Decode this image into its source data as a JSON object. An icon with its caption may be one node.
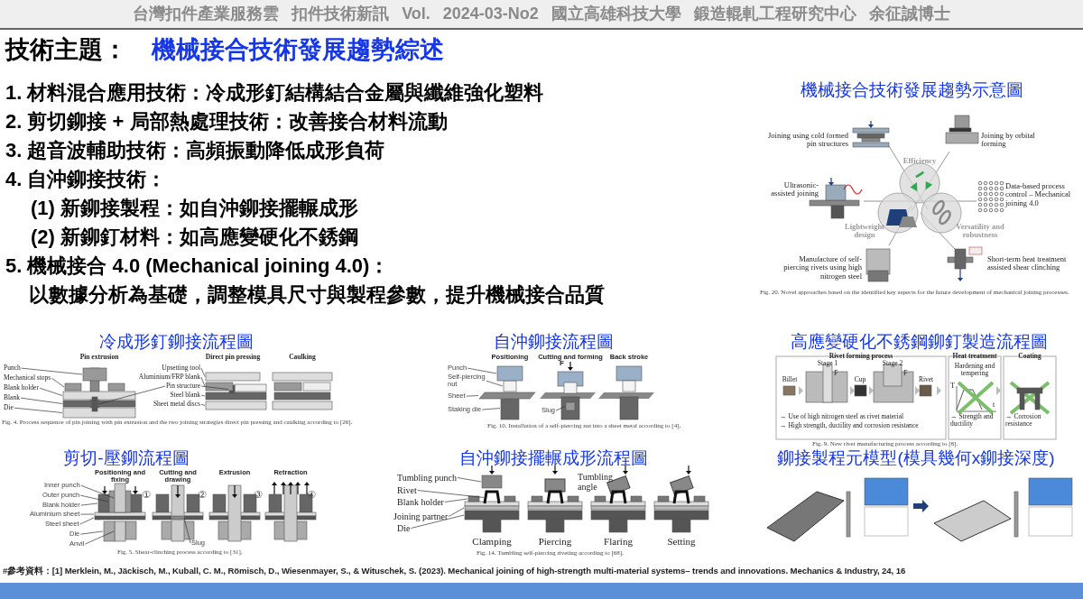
{
  "diagram": {
    "title": "機械接合技術發展趨勢綜述",
    "nodes": [
      {
        "text": [
          "Punch"
        ]
      },
      {
        "text": [
          "Mechanical stops"
        ]
      },
      {
        "text": [
          "Blank holder"
        ]
      },
      {
        "text": [
          "Blank"
        ]
      },
      {
        "text": [
          "Die"
        ]
      },
      {
        "text": [
          "Upsetting tool"
        ]
      },
      {
        "text": [
          "Aluminium/FRP blank"
        ]
      },
      {
        "text": [
          "Pin structure"
        ]
      },
      {
        "text": [
          "Steel blank"
        ]
      },
      {
        "text": [
          "Sheet metal discs"
        ]
      },
      {
        "text": [
          "Punch"
        ]
      },
      {
        "text": [
          "Self-piercing nut"
        ]
      },
      {
        "text": [
          "Sheet"
        ]
      },
      {
        "text": [
          "Staking die"
        ]
      },
      {
        "text": [
          "Slug"
        ]
      },
      {
        "text": [
          "Inner punch"
        ]
      },
      {
        "text": [
          "Outer punch"
        ]
      },
      {
        "text": [
          "Blank holder"
        ]
      },
      {
        "text": [
          "Aluminium sheet"
        ]
      },
      {
        "text": [
          "Steel sheet"
        ]
      },
      {
        "text": [
          "Die"
        ]
      },
      {
        "text": [
          "Anvil"
        ]
      },
      {
        "text": [
          "Slug"
        ]
      },
      {
        "text": [
          "Tumbling punch"
        ]
      },
      {
        "text": [
          "Rivet"
        ]
      },
      {
        "text": [
          "Blank holder"
        ]
      },
      {
        "text": [
          "Joining partner"
        ]
      },
      {
        "text": [
          "Die"
        ]
      },
      {
        "text": [],
        "shape": "box"
      },
      {
        "text": [],
        "shape": "box"
      },
      {
        "text": [],
        "shape": "box"
      },
      {
        "text": [],
        "shape": "box"
      },
      {
        "text": [],
        "shape": "box"
      },
      {
        "text": [],
        "shape": "box"
      },
      {
        "text": [],
        "shape": "box"
      },
      {
        "text": [],
        "shape": "box"
      },
      {
        "text": [],
        "shape": "box"
      },
      {
        "text": [],
        "shape": "box"
      },
      {
        "text": [],
        "shape": "box"
      },
      {
        "text": [],
        "shape": "box"
      },
      {
        "text": [],
        "shape": "box"
      },
      {
        "text": [],
        "shape": "box"
      },
      {
        "text": [],
        "shape": "box"
      },
      {
        "text": [],
        "shape": "box"
      },
      {
        "text": [],
        "shape": "box"
      },
      {
        "text": [],
        "shape": "box"
      },
      {
        "text": [],
        "shape": "box"
      },
      {
        "text": [],
        "shape": "box"
      },
      {
        "text": [],
        "shape": "box"
      },
      {
        "text": [],
        "shape": "box"
      },
      {
        "text": [],
        "shape": "box"
      },
      {
        "text": [],
        "shape": "box"
      },
      {
        "text": [],
        "shape": "box"
      },
      {
        "text": [],
        "shape": "box"
      },
      {
        "text": [],
        "shape": "box"
      },
      {
        "text": [],
        "shape": "box"
      },
      {
        "text": [],
        "shape": "box"
      }
    ],
    "edges": [
      {
        "from": 0,
        "to": 28,
        "arrow": "none"
      },
      {
        "from": 1,
        "to": 29,
        "arrow": "none"
      },
      {
        "from": 2,
        "to": 30,
        "arrow": "none"
      },
      {
        "from": 3,
        "to": 31,
        "arrow": "none"
      },
      {
        "from": 4,
        "to": 32,
        "arrow": "none"
      },
      {
        "from": 5,
        "to": 33,
        "arrow": "none"
      },
      {
        "from": 6,
        "to": 34,
        "arrow": "none"
      },
      {
        "from": 7,
        "to": 35,
        "arrow": "none"
      },
      {
        "from": 7,
        "to": 36,
        "arrow": "none"
      },
      {
        "from": 8,
        "to": 37,
        "arrow": "none"
      },
      {
        "from": 9,
        "to": 38,
        "arrow": "none"
      },
      {
        "from": 10,
        "to": 39,
        "arrow": "none"
      },
      {
        "from": 11,
        "to": 40,
        "arrow": "none"
      },
      {
        "from": 12,
        "to": 41,
        "arrow": "none"
      },
      {
        "from": 13,
        "to": 42,
        "arrow": "none"
      },
      {
        "from": 14,
        "to": 43,
        "arrow": "none"
      },
      {
        "from": 15,
        "to": 44,
        "arrow": "none"
      },
      {
        "from": 16,
        "to": 45,
        "arrow": "none"
      },
      {
        "from": 17,
        "to": 46,
        "arrow": "none"
      },
      {
        "from": 18,
        "to": 47,
        "arrow": "none"
      },
      {
        "from": 19,
        "to": 48,
        "arrow": "none"
      },
      {
        "from": 20,
        "to": 49,
        "arrow": "none"
      },
      {
        "from": 21,
        "to": 50,
        "arrow": "none"
      },
      {
        "from": 22,
        "to": 51,
        "arrow": "none"
      },
      {
        "from": 23,
        "to": 52,
        "arrow": "none"
      },
      {
        "from": 24,
        "to": 53,
        "arrow": "none"
      },
      {
        "from": 25,
        "to": 54,
        "arrow": "none"
      },
      {
        "from": 26,
        "to": 55,
        "arrow": "none"
      },
      {
        "from": 27,
        "to": 56,
        "arrow": "none"
      }
    ],
    "labels": [
      "台灣扣件產業服務雲 扣件技術新訊 Vol. 2024-03-No2 國立高雄科技大學 鍛造輥軋工程研究中心 余征誠博士",
      "技術主題：",
      "1. 材料混合應用技術：冷成形釘結構結合金屬與纖維強化塑料",
      "2. 剪切鉚接 + 局部熱處理技術：改善接合材料流動",
      "3. 超音波輔助技術：高頻振動降低成形負荷",
      "4. 自沖鉚接技術：",
      "(1) 新鉚接製程：如自沖鉚接擺輾成形",
      "(2) 新鉚釘材料：如高應變硬化不銹鋼",
      "5. 機械接合 4.0 (Mechanical joining 4.0)：",
      "以數據分析為基礎，調整模具尺寸與製程參數，提升機械接合品質",
      "機械接合技術發展趨勢示意圖",
      "Joining using cold formed pin structures",
      "Joining by orbital forming",
      "Efficiency",
      "Ultrasonic-assisted joining",
      "Data-based process control – Mechanical joining 4.0",
      "Lightweight design",
      "Versatility and robustness",
      "Manufacture of self-piercing rivets using high nitrogen steel",
      "Short-term heat treatment assisted shear clinching",
      "Fig. 20. Novel approaches based on the identified key aspects for the future development of mechanical joining processes.",
      "冷成形釘鉚接流程圖",
      "自沖鉚接流程圖",
      "高應變硬化不銹鋼鉚釘製造流程圖",
      "Pin extrusion",
      "Direct pin pressing",
      "Caulking",
      "Fig. 4. Process sequence of pin joining with pin extrusion and the two joining strategies direct pin pressing and caulking according to [26].",
      "Positioning",
      "Cutting and forming",
      "Back stroke",
      "F",
      "Fig. 10. Installation of a self-piercing nut into a sheet metal according to [4].",
      "Rivet forming process",
      "Heat treatment",
      "Coating",
      "Stage 1",
      "Stage 2",
      "F",
      "F",
      "Billet",
      "Cup",
      "Rivet",
      "Hardening and tempering",
      "T",
      "t",
      "→ Use of high nitrogen steel as rivet material",
      "→ High strength, ductility and corrosion resistance",
      "→ Strength and ductility",
      "→ Corrosion resistance",
      "Fig. 9. New rivet manufacturing process according to [8].",
      "剪切-壓鉚流程圖",
      "自沖鉚接擺輾成形流程圖",
      "鉚接製程元模型(模具幾何x鉚接深度)",
      "Positioning and fixing",
      "Cutting and drawing",
      "Extrusion",
      "Retraction",
      "①",
      "②",
      "③",
      "④",
      "Fig. 5. Shear-clinching process according to [31].",
      "Tumbling angle",
      "Clamping",
      "Piercing",
      "Flaring",
      "Setting",
      "Fig. 14. Tumbling self-piercing riveting according to [68].",
      "#參考資料：[1] Merklein, M., Jäckisch, M., Kuball, C. M., Römisch, D., Wiesenmayer, S., & Wituschek, S. (2023). Mechanical joining of high-strength multi-material systems– trends and innovations. Mechanics & Industry, 24, 16"
    ]
  }
}
